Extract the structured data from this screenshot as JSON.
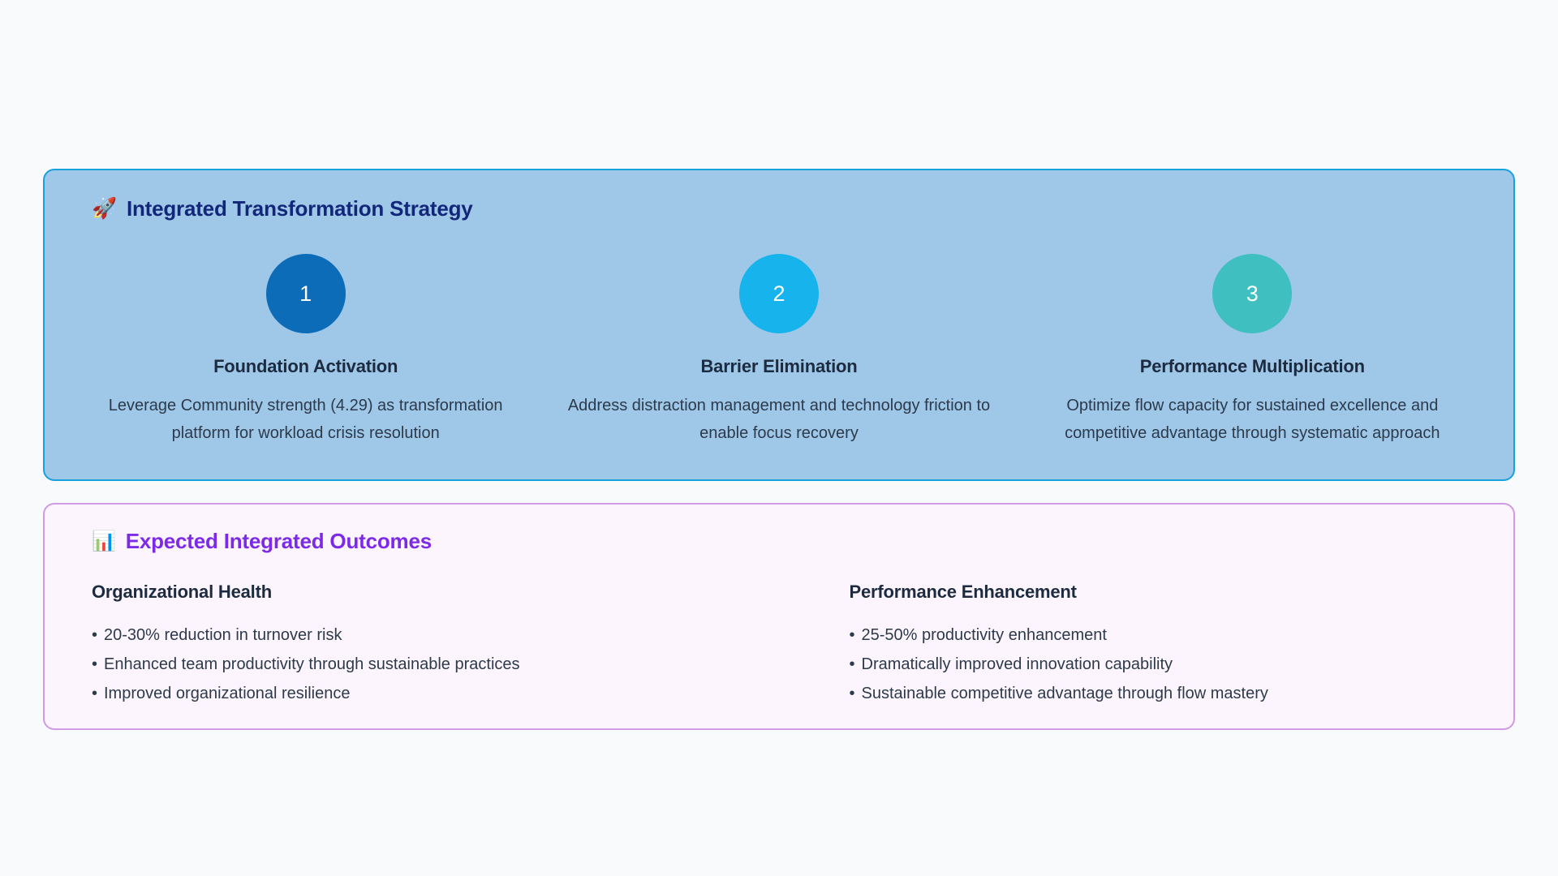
{
  "page": {
    "background_color": "#f8fafc"
  },
  "strategy_card": {
    "background_color": "#9fc7e8",
    "border_color": "#18a2dc",
    "title_icon": "rocket-icon",
    "title_emoji": "🚀",
    "title": "Integrated Transformation Strategy",
    "title_color": "#13277a",
    "steps": [
      {
        "number": "1",
        "circle_color": "#0d6cb8",
        "title": "Foundation Activation",
        "description": "Leverage Community strength (4.29) as transformation platform for workload crisis resolution"
      },
      {
        "number": "2",
        "circle_color": "#16b3ec",
        "title": "Barrier Elimination",
        "description": "Address distraction management and technology friction to enable focus recovery"
      },
      {
        "number": "3",
        "circle_color": "#3fbfbf",
        "title": "Performance Multiplication",
        "description": "Optimize flow capacity for sustained excellence and competitive advantage through systematic approach"
      }
    ]
  },
  "outcomes_card": {
    "background_color": "#fdf5fd",
    "border_color": "#cf9ae6",
    "title_icon": "bar-chart-icon",
    "title_emoji": "📊",
    "title": "Expected Integrated Outcomes",
    "title_color": "#7c2ae8",
    "columns": [
      {
        "heading": "Organizational Health",
        "items": [
          "20-30% reduction in turnover risk",
          "Enhanced team productivity through sustainable practices",
          "Improved organizational resilience"
        ]
      },
      {
        "heading": "Performance Enhancement",
        "items": [
          "25-50% productivity enhancement",
          "Dramatically improved innovation capability",
          "Sustainable competitive advantage through flow mastery"
        ]
      }
    ]
  }
}
